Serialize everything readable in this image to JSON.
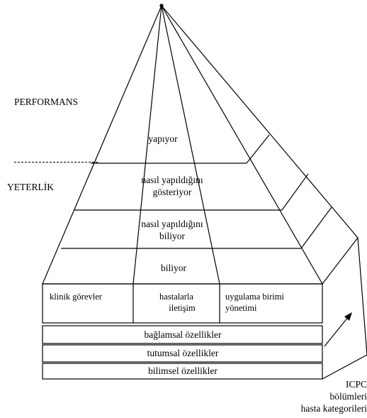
{
  "performance_label": "PERFORMANS",
  "competence_label": "YETERLİK",
  "levels": {
    "does": "yapıyor",
    "shows_how_line1": "nasıl yapıldığını",
    "shows_how_line2": "gösteriyor",
    "knows_how_line1": "nasıl yapıldığını",
    "knows_how_line2": "biliyor",
    "knows": "biliyor"
  },
  "domains": {
    "clinical_tasks": "klinik görevler",
    "patient_comm_line1": "hastalarla",
    "patient_comm_line2": "iletişim",
    "practice_mgmt_line1": "uygulama birimi",
    "practice_mgmt_line2": "yönetimi"
  },
  "foundation": {
    "contextual": "bağlamsal özellikler",
    "attitudinal": "tutumsal özellikler",
    "scientific": "bilimsel özellikler"
  },
  "side_caption": {
    "line1": "ICPC",
    "line2": "bölümleri",
    "line3": "hasta kategorileri"
  }
}
